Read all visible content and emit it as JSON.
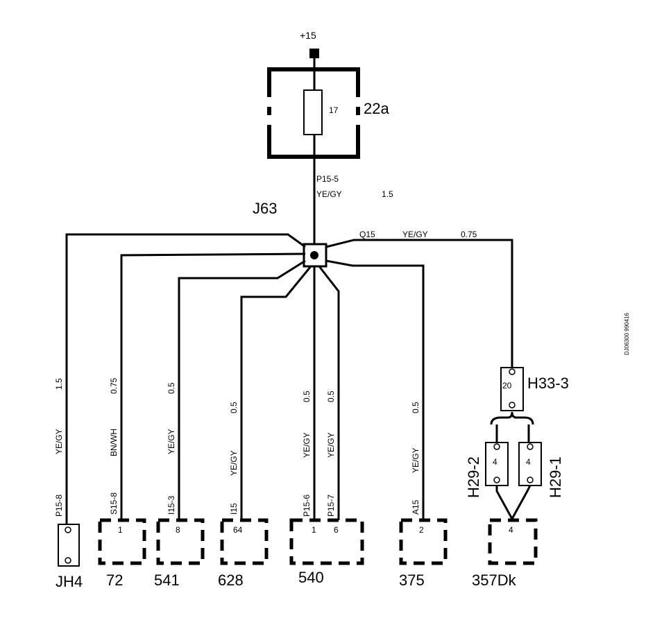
{
  "supply": {
    "label": "+15"
  },
  "fuse_box": {
    "label": "22a",
    "fuse": "17"
  },
  "main_wire": {
    "code": "P15-5",
    "color": "YE/GY",
    "size": "1.5"
  },
  "junction": {
    "label": "J63"
  },
  "top_right_wire": {
    "code": "Q15",
    "color": "YE/GY",
    "size": "0.75"
  },
  "wires": [
    {
      "size": "1.5",
      "color": "YE/GY",
      "code": "P15-8"
    },
    {
      "size": "0.75",
      "color": "BN/WH",
      "code": "S15-8"
    },
    {
      "size": "0.5",
      "color": "YE/GY",
      "code": "I15-3"
    },
    {
      "size": "0.5",
      "color": "YE/GY",
      "code": "I15"
    },
    {
      "size": "0.5",
      "color": "YE/GY",
      "code": "P15-6"
    },
    {
      "size": "0.5",
      "color": "YE/GY",
      "code": "P15-7"
    },
    {
      "size": "0.5",
      "color": "YE/GY",
      "code": "A15"
    }
  ],
  "connectors": [
    {
      "label": "JH4"
    },
    {
      "label": "72",
      "pin": "1"
    },
    {
      "label": "541",
      "pin": "8"
    },
    {
      "label": "628",
      "pin": "64"
    },
    {
      "label": "540",
      "pin_a": "1",
      "pin_b": "6"
    },
    {
      "label": "375",
      "pin": "2"
    },
    {
      "label": "357Dk",
      "pin": "4"
    }
  ],
  "h33": {
    "label": "H33-3",
    "pin": "20"
  },
  "h29_2": {
    "label": "H29-2",
    "pin": "4"
  },
  "h29_1": {
    "label": "H29-1",
    "pin": "4"
  },
  "doc_id": "DJ06300 990416",
  "colors": {
    "line": "#000000",
    "background": "#ffffff"
  }
}
